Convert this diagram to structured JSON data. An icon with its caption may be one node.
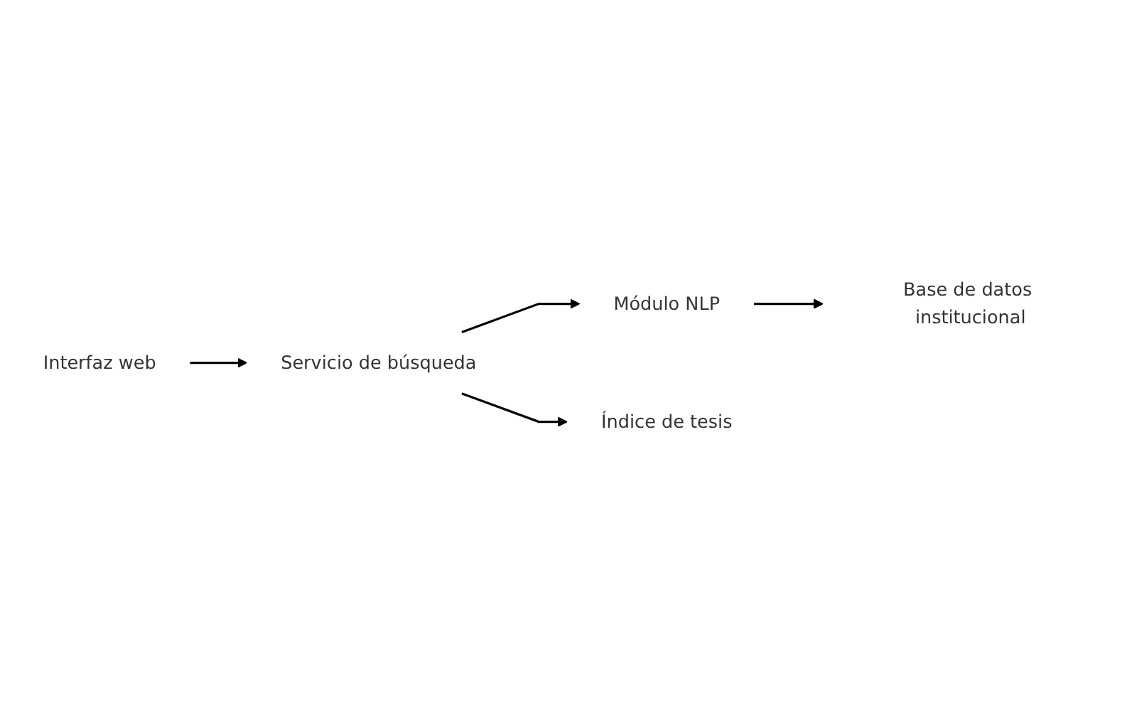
{
  "diagram": {
    "nodes": [
      {
        "text": [
          "Interfaz web"
        ]
      },
      {
        "text": [
          "Servicio de búsqueda"
        ]
      },
      {
        "text": [
          "Módulo NLP"
        ]
      },
      {
        "text": [
          "Índice de tesis"
        ]
      },
      {
        "text": [
          "Base de datos institucional"
        ]
      }
    ],
    "edges": [
      {
        "from": 0,
        "to": 1,
        "arrow": "to"
      },
      {
        "from": 1,
        "to": 2,
        "arrow": "to"
      },
      {
        "from": 1,
        "to": 3,
        "arrow": "to"
      },
      {
        "from": 2,
        "to": 4,
        "arrow": "to"
      }
    ]
  }
}
